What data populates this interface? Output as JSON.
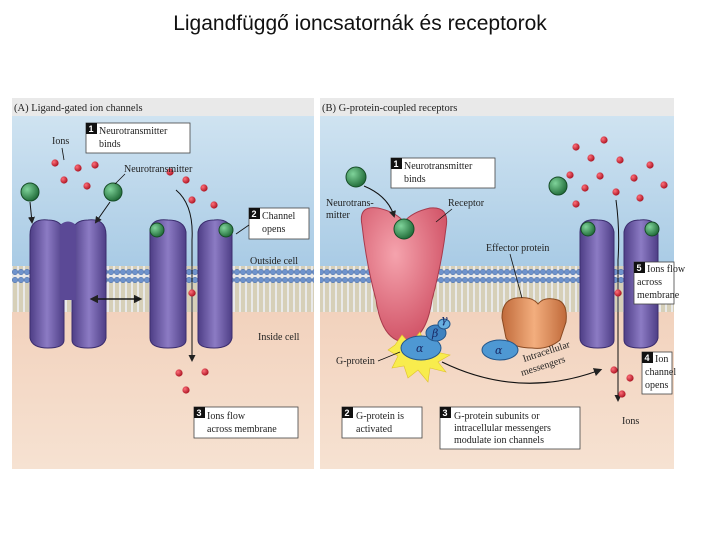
{
  "title": "Ligandfüggő ioncsatornák és receptorok",
  "panel_a": {
    "title": "(A) Ligand-gated ion channels",
    "labels": {
      "ions": "Ions",
      "neurotransmitter": "Neurotransmitter",
      "outside_cell": "Outside cell",
      "inside_cell": "Inside cell"
    },
    "steps": [
      {
        "num": "1",
        "lines": [
          "Neurotransmitter",
          "binds"
        ]
      },
      {
        "num": "2",
        "lines": [
          "Channel",
          "opens"
        ]
      },
      {
        "num": "3",
        "lines": [
          "Ions flow",
          "across membrane"
        ]
      }
    ]
  },
  "panel_b": {
    "title": "(B) G-protein-coupled receptors",
    "labels": {
      "neurotransmitter": [
        "Neurotrans-",
        "mitter"
      ],
      "receptor": "Receptor",
      "effector": "Effector protein",
      "g_protein": "G-protein",
      "messengers": [
        "Intracellular",
        "messengers"
      ],
      "ions": "Ions",
      "alpha": "α",
      "beta": "β",
      "gamma": "γ"
    },
    "steps": [
      {
        "num": "1",
        "lines": [
          "Neurotransmitter",
          "binds"
        ]
      },
      {
        "num": "2",
        "lines": [
          "G-protein is",
          "activated"
        ]
      },
      {
        "num": "3",
        "lines": [
          "G-protein subunits or",
          "intracellular messengers",
          "modulate ion channels"
        ]
      },
      {
        "num": "4",
        "lines": [
          "Ion",
          "channel",
          "opens"
        ]
      },
      {
        "num": "5",
        "lines": [
          "Ions flow",
          "across",
          "membrane"
        ]
      }
    ]
  },
  "colors": {
    "sky": "#b9d6ea",
    "cytoplasm": "#f3d8c3",
    "membrane_head": "#6f93cc",
    "channel": "#6d5aa6",
    "ion": "#c3172e",
    "ligand": "#2f8a4c",
    "receptor": "#e46e7f",
    "effector": "#e08e5a",
    "g_protein": "#4e98d3",
    "activation": "#f8ec4d"
  }
}
